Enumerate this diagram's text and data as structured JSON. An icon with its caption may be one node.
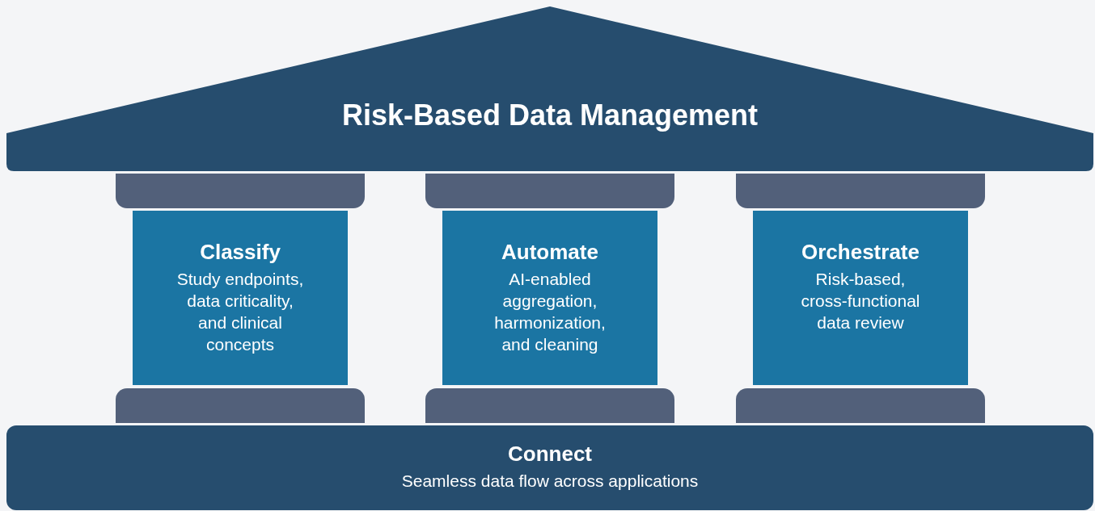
{
  "diagram": {
    "nodes": [
      {
        "text": [
          "Risk-Based Data Management"
        ]
      },
      {
        "text": [],
        "shape": "bar"
      },
      {
        "text": [],
        "shape": "bar"
      },
      {
        "text": [],
        "shape": "bar"
      },
      {
        "text": [
          "Classify",
          "Study endpoints, data criticality, and clinical concepts"
        ]
      },
      {
        "text": [
          "Automate",
          "AI-enabled aggregation, harmonization, and cleaning"
        ]
      },
      {
        "text": [
          "Orchestrate",
          "Risk-based, cross-functional data review"
        ]
      },
      {
        "text": [],
        "shape": "bar"
      },
      {
        "text": [],
        "shape": "bar"
      },
      {
        "text": [],
        "shape": "bar"
      },
      {
        "text": [
          "Connect",
          "Seamless data flow across applications"
        ]
      }
    ],
    "edges": []
  }
}
